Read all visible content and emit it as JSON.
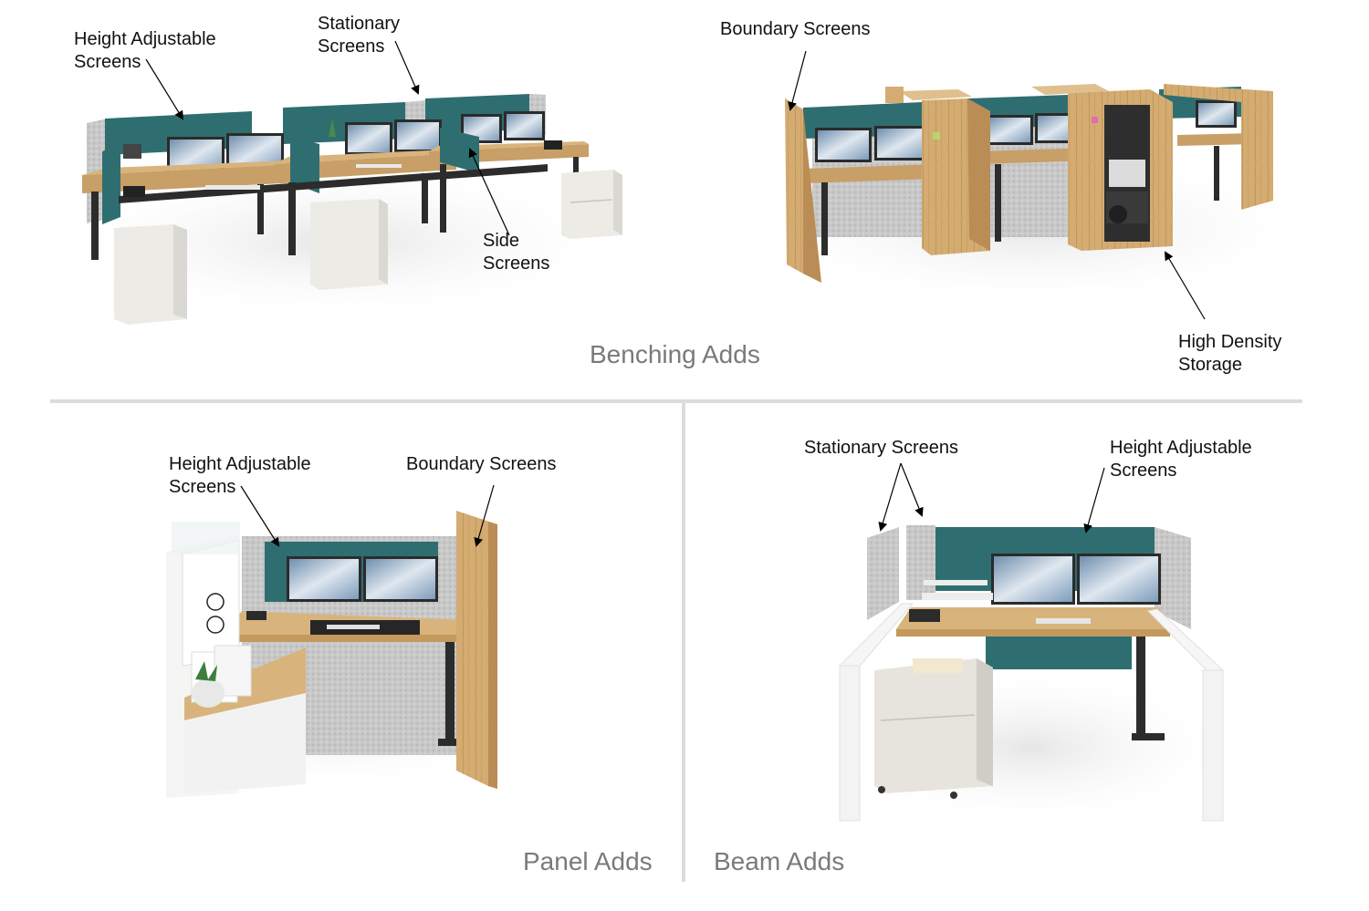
{
  "colors": {
    "teal": "#2f6e70",
    "wood": "#d4ac72",
    "fabric_gray": "#c9c9c9",
    "divider": "#dcdcdc",
    "section_title": "#7a7a7a"
  },
  "sections": {
    "benching": {
      "title": "Benching Adds"
    },
    "panel": {
      "title": "Panel Adds"
    },
    "beam": {
      "title": "Beam Adds"
    }
  },
  "labels": {
    "bench_height_adjustable": "Height Adjustable\nScreens",
    "bench_stationary": "Stationary\nScreens",
    "bench_side": "Side\nScreens",
    "bench_boundary": "Boundary Screens",
    "bench_storage": "High Density\nStorage",
    "panel_height_adjustable": "Height Adjustable\nScreens",
    "panel_boundary": "Boundary Screens",
    "beam_stationary": "Stationary Screens",
    "beam_height_adjustable": "Height Adjustable\nScreens"
  }
}
